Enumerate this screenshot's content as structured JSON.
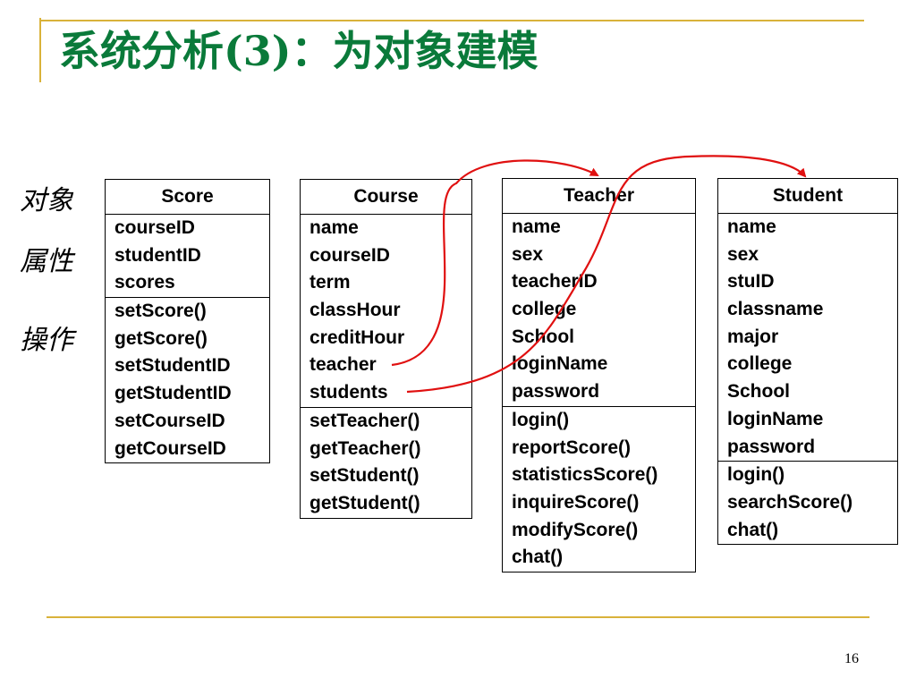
{
  "slide": {
    "title": "系统分析(3)：为对象建模",
    "page_number": "16"
  },
  "side_labels": {
    "object": "对象",
    "attributes": "属性",
    "operations": "操作"
  },
  "classes": [
    {
      "name": "Score",
      "attributes": [
        "courseID",
        "studentID",
        "scores"
      ],
      "operations": [
        "setScore()",
        "getScore()",
        "setStudentID",
        "getStudentID",
        "setCourseID",
        "getCourseID"
      ]
    },
    {
      "name": "Course",
      "attributes": [
        "name",
        "courseID",
        "term",
        "classHour",
        "creditHour",
        "teacher",
        "students"
      ],
      "operations": [
        "setTeacher()",
        "getTeacher()",
        "setStudent()",
        "getStudent()"
      ]
    },
    {
      "name": "Teacher",
      "attributes": [
        "name",
        "sex",
        "teacherID",
        "college",
        "School",
        "loginName",
        "password"
      ],
      "operations": [
        "login()",
        "reportScore()",
        "statisticsScore()",
        "inquireScore()",
        "modifyScore()",
        "chat()"
      ]
    },
    {
      "name": "Student",
      "attributes": [
        "name",
        "sex",
        "stuID",
        "classname",
        "major",
        "college",
        "School",
        "loginName",
        "password"
      ],
      "operations": [
        "login()",
        "searchScore()",
        "chat()"
      ]
    }
  ],
  "relations": [
    {
      "from": "Course.teacher",
      "to": "Teacher"
    },
    {
      "from": "Course.students",
      "to": "Student"
    }
  ],
  "colors": {
    "title": "#0a7a3a",
    "accent": "#d9b23a",
    "arrow": "#e01010"
  }
}
